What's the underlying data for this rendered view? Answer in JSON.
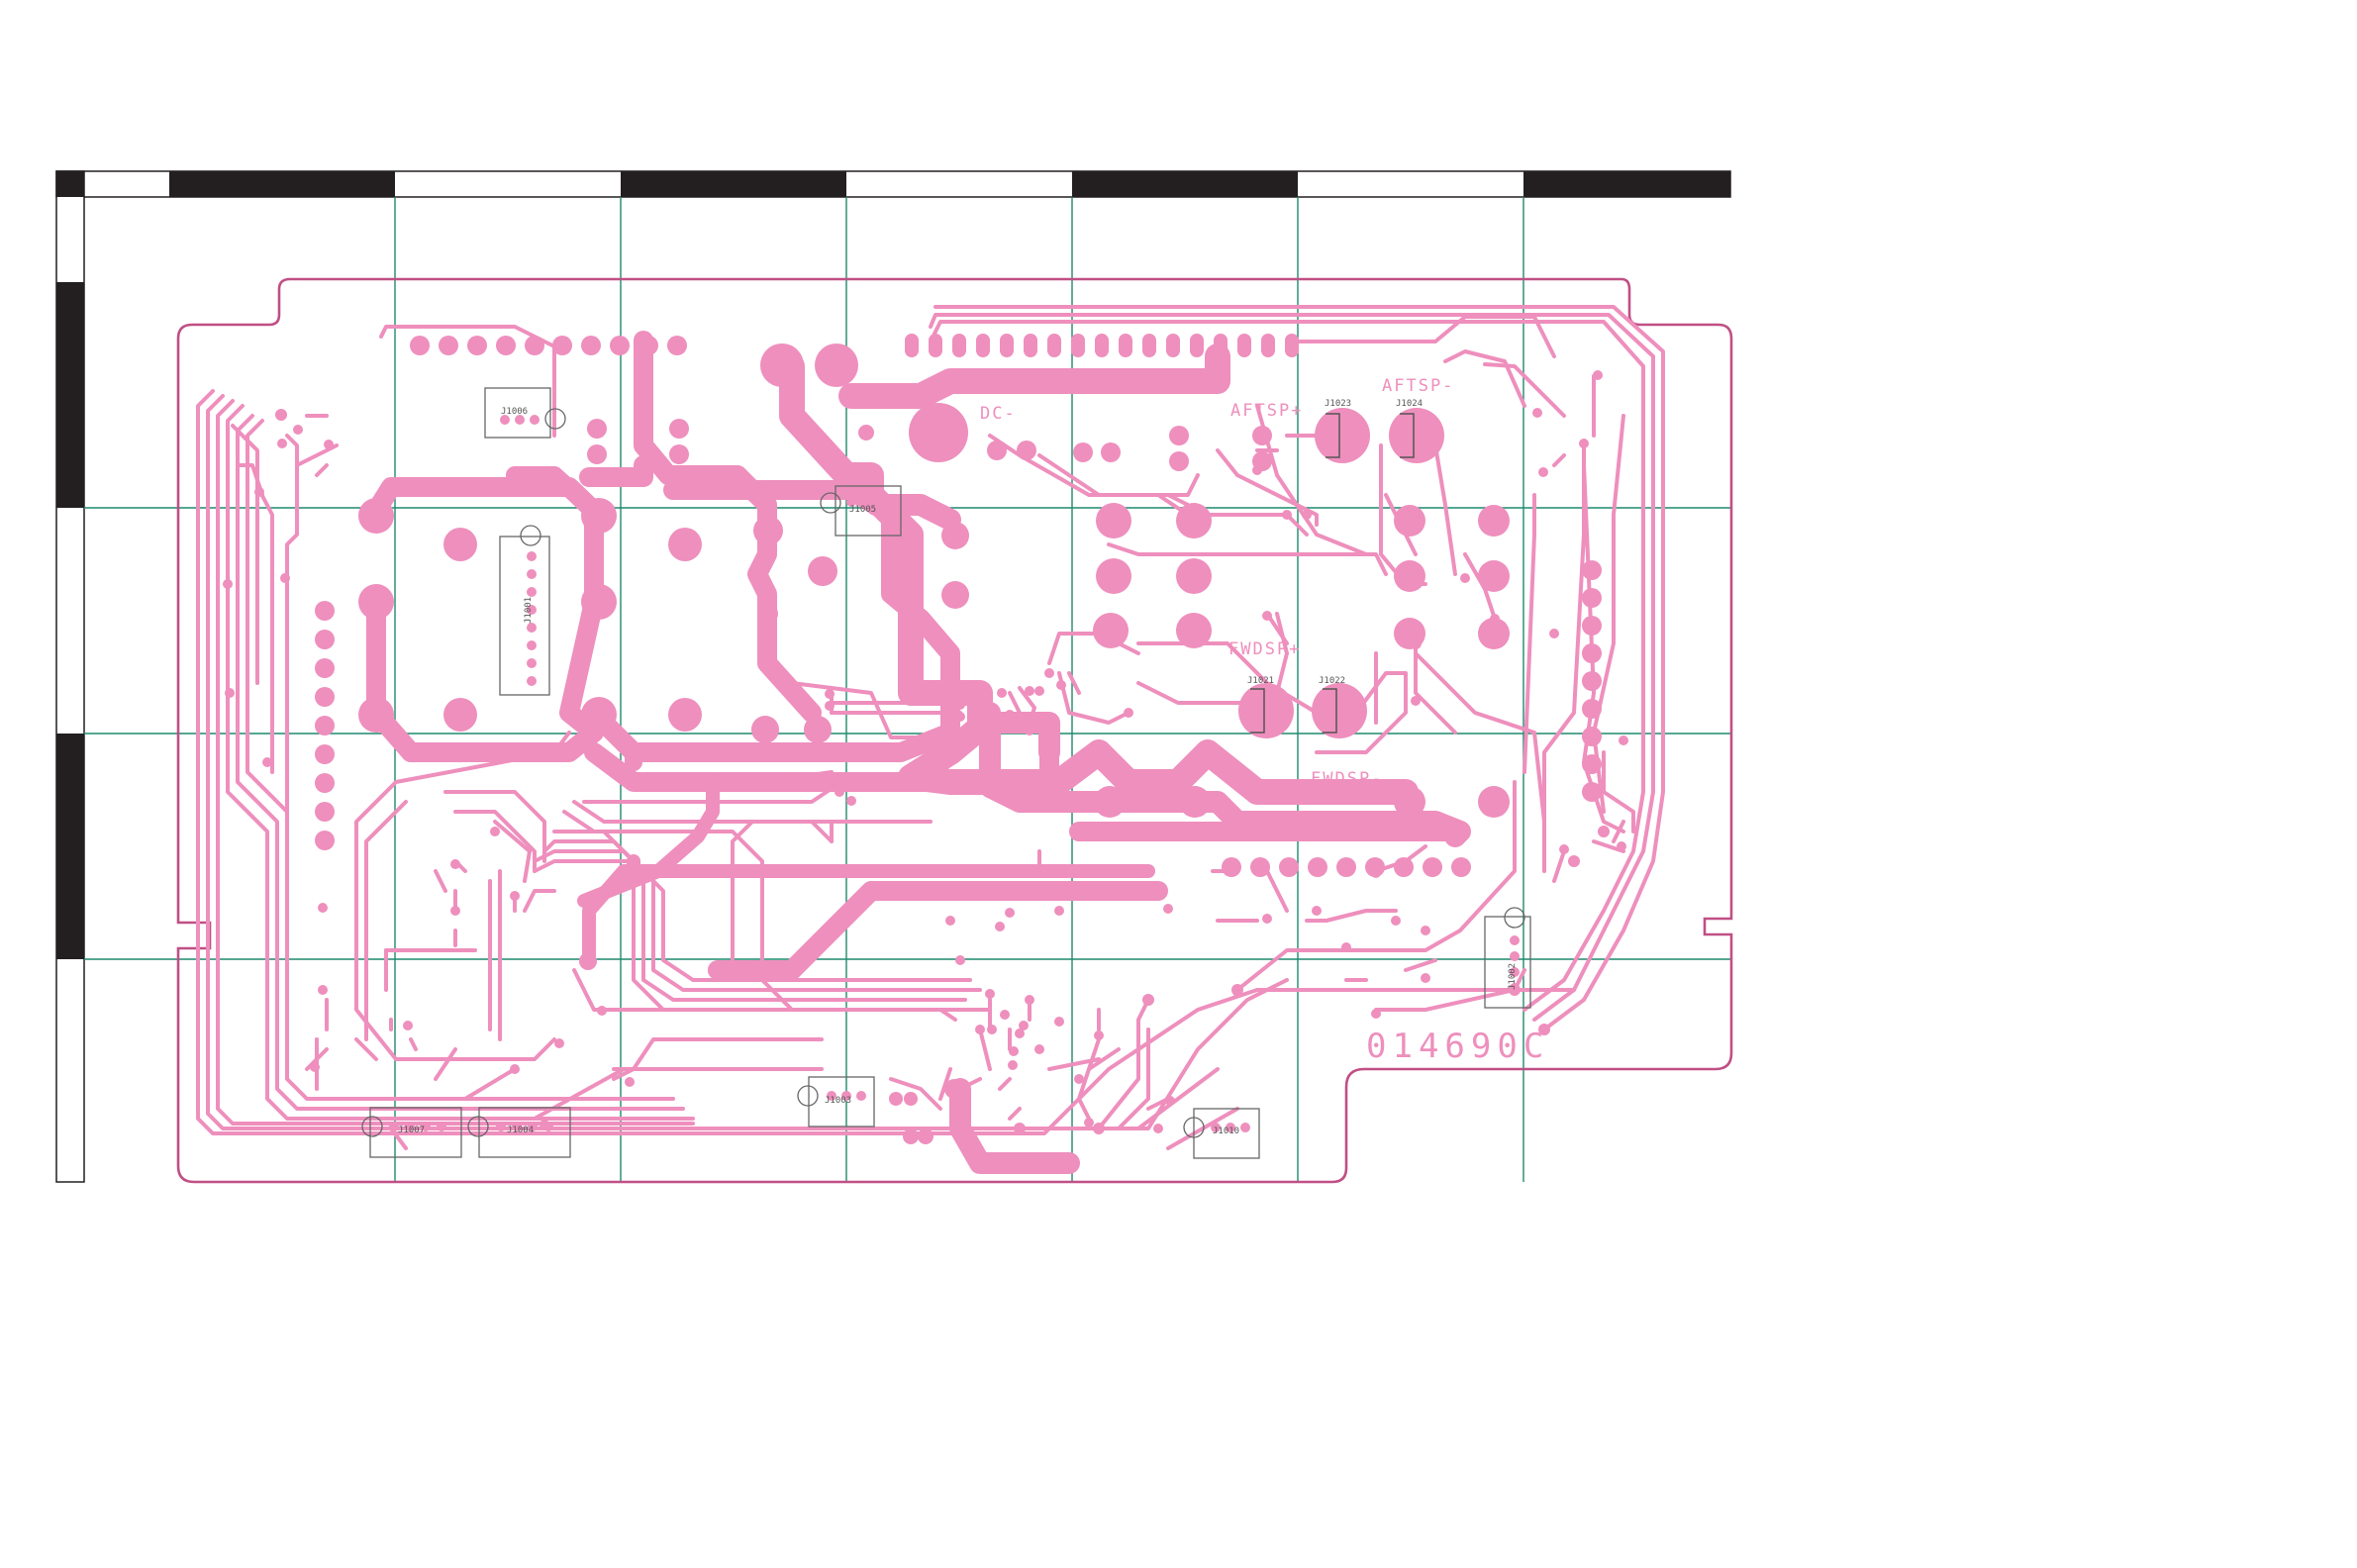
{
  "board": {
    "part_number": "014690C",
    "colors": {
      "copper": "#ee8fbd",
      "outline": "#c04f85",
      "grid": "#1f8a6e",
      "ruler": "#231f20"
    }
  },
  "labels": {
    "dc_minus": "DC-",
    "aftsp_plus": "AFTSP+",
    "aftsp_minus": "AFTSP-",
    "fwdsp_plus": "FWDSP+",
    "fwdsp_minus": "FWDSP-"
  },
  "refdes": {
    "j1006": "J1006",
    "j1005": "J1005",
    "j1001": "J1001",
    "j1023": "J1023",
    "j1024": "J1024",
    "j1021": "J1021",
    "j1022": "J1022",
    "j1007": "J1007",
    "j1004": "J1004",
    "j1003": "J1003",
    "j1002": "J1002",
    "j1010": "J1010"
  }
}
